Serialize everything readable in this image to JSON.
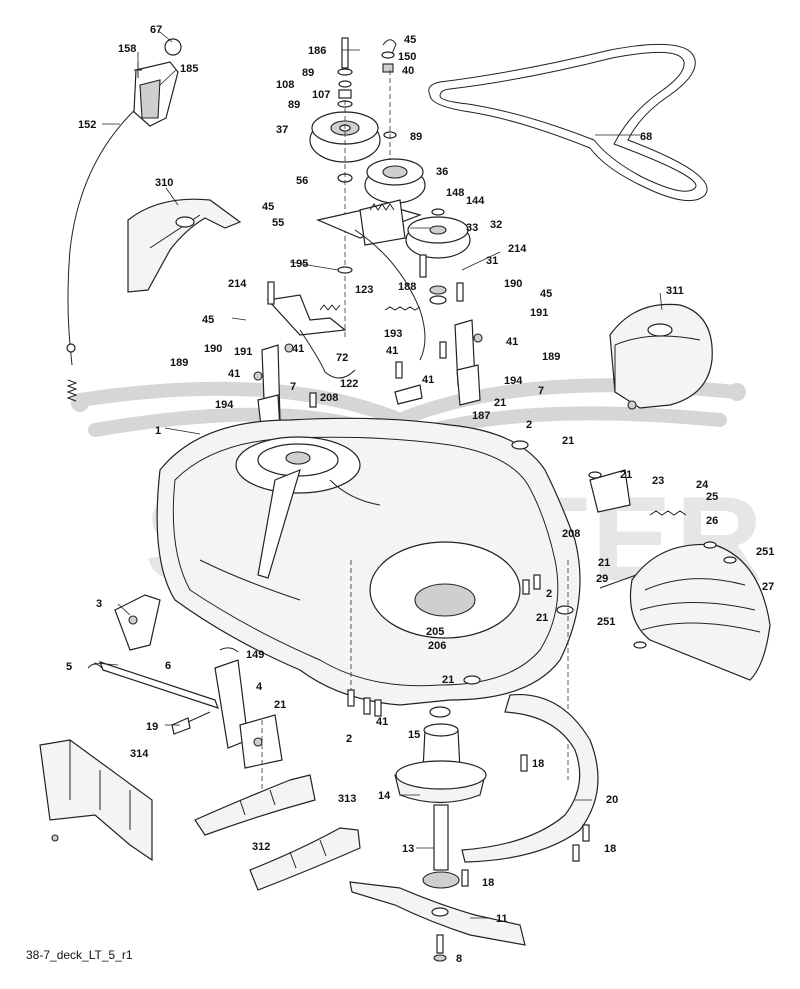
{
  "caption": "38-7_deck_LT_5_r1",
  "watermark": "SCOOTER",
  "callouts": [
    {
      "id": "67"
    },
    {
      "id": "158"
    },
    {
      "id": "185"
    },
    {
      "id": "152"
    },
    {
      "id": "310"
    },
    {
      "id": "186"
    },
    {
      "id": "89"
    },
    {
      "id": "108"
    },
    {
      "id": "107"
    },
    {
      "id": "89"
    },
    {
      "id": "37"
    },
    {
      "id": "89"
    },
    {
      "id": "45"
    },
    {
      "id": "150"
    },
    {
      "id": "40"
    },
    {
      "id": "68"
    },
    {
      "id": "56"
    },
    {
      "id": "36"
    },
    {
      "id": "148"
    },
    {
      "id": "144"
    },
    {
      "id": "45"
    },
    {
      "id": "55"
    },
    {
      "id": "33"
    },
    {
      "id": "32"
    },
    {
      "id": "214"
    },
    {
      "id": "195"
    },
    {
      "id": "31"
    },
    {
      "id": "190"
    },
    {
      "id": "214"
    },
    {
      "id": "123"
    },
    {
      "id": "188"
    },
    {
      "id": "45"
    },
    {
      "id": "311"
    },
    {
      "id": "45"
    },
    {
      "id": "191"
    },
    {
      "id": "193"
    },
    {
      "id": "190"
    },
    {
      "id": "191"
    },
    {
      "id": "41"
    },
    {
      "id": "72"
    },
    {
      "id": "41"
    },
    {
      "id": "189"
    },
    {
      "id": "41"
    },
    {
      "id": "41"
    },
    {
      "id": "41"
    },
    {
      "id": "189"
    },
    {
      "id": "122"
    },
    {
      "id": "194"
    },
    {
      "id": "7"
    },
    {
      "id": "194"
    },
    {
      "id": "7"
    },
    {
      "id": "208"
    },
    {
      "id": "21"
    },
    {
      "id": "187"
    },
    {
      "id": "1"
    },
    {
      "id": "2"
    },
    {
      "id": "21"
    },
    {
      "id": "21"
    },
    {
      "id": "23"
    },
    {
      "id": "24"
    },
    {
      "id": "25"
    },
    {
      "id": "26"
    },
    {
      "id": "208"
    },
    {
      "id": "251"
    },
    {
      "id": "21"
    },
    {
      "id": "29"
    },
    {
      "id": "27"
    },
    {
      "id": "3"
    },
    {
      "id": "2"
    },
    {
      "id": "21"
    },
    {
      "id": "251"
    },
    {
      "id": "5"
    },
    {
      "id": "6"
    },
    {
      "id": "149"
    },
    {
      "id": "205"
    },
    {
      "id": "206"
    },
    {
      "id": "4"
    },
    {
      "id": "21"
    },
    {
      "id": "21"
    },
    {
      "id": "19"
    },
    {
      "id": "15"
    },
    {
      "id": "2"
    },
    {
      "id": "41"
    },
    {
      "id": "314"
    },
    {
      "id": "18"
    },
    {
      "id": "14"
    },
    {
      "id": "313"
    },
    {
      "id": "20"
    },
    {
      "id": "312"
    },
    {
      "id": "13"
    },
    {
      "id": "18"
    },
    {
      "id": "18"
    },
    {
      "id": "11"
    },
    {
      "id": "8"
    }
  ]
}
